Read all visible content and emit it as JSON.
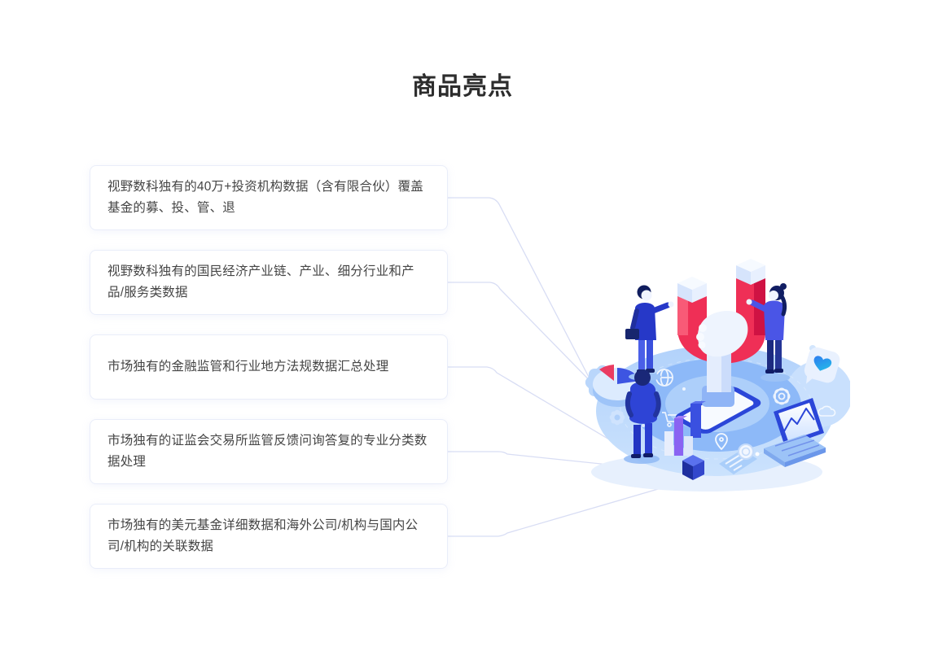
{
  "page": {
    "title": "商品亮点"
  },
  "highlights": {
    "cards": [
      {
        "text": "视野数科独有的40万+投资机构数据（含有限合伙）覆盖基金的募、投、管、退"
      },
      {
        "text": "视野数科独有的国民经济产业链、产业、细分行业和产品/服务类数据"
      },
      {
        "text": "市场独有的金融监管和行业地方法规数据汇总处理"
      },
      {
        "text": "市场独有的证监会交易所监管反馈问询答复的专业分类数据处理"
      },
      {
        "text": "市场独有的美元基金详细数据和海外公司/机构与国内公司/机构的关联数据"
      }
    ]
  },
  "illustration": {
    "icons": [
      "magnet-icon",
      "smartphone-icon",
      "hand-graphic",
      "laptop-icon",
      "credit-card-icon",
      "pie-chart-icon",
      "heart-badge-icon",
      "gear-icon",
      "globe-icon",
      "cart-icon",
      "pin-icon",
      "bar-chart-graphic",
      "cube-graphic"
    ]
  },
  "colors": {
    "title_text": "#2d2d2d",
    "card_text": "#454545",
    "card_border": "#e9edf9",
    "connector_line": "#d8ddf4",
    "magnet_red": "#ef2f56",
    "accent_blue": "#2b46d8",
    "platform_blue": "#b5d4fb"
  }
}
